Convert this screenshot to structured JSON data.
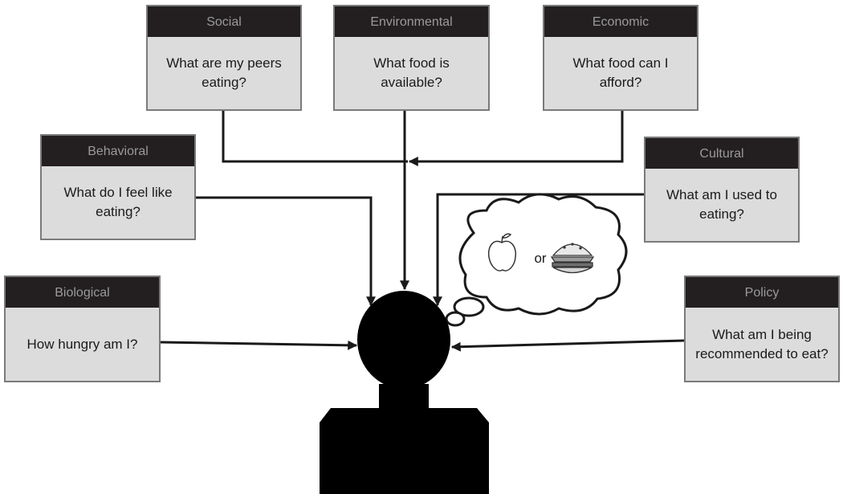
{
  "factors": [
    {
      "id": "social",
      "category": "Social",
      "question": "What are my peers eating?"
    },
    {
      "id": "environmental",
      "category": "Environmental",
      "question": "What food is available?"
    },
    {
      "id": "economic",
      "category": "Economic",
      "question": "What food can I afford?"
    },
    {
      "id": "behavioral",
      "category": "Behavioral",
      "question": "What do I feel like eating?"
    },
    {
      "id": "cultural",
      "category": "Cultural",
      "question": "What am I used to eating?"
    },
    {
      "id": "biological",
      "category": "Biological",
      "question": "How hungry am I?"
    },
    {
      "id": "policy",
      "category": "Policy",
      "question": "What am I being recommended to eat?"
    }
  ],
  "thought": {
    "choice_word": "or",
    "options_icons": [
      "apple-icon",
      "burger-icon"
    ]
  },
  "colors": {
    "header_bg": "#231f20",
    "header_text": "#9a9a9a",
    "box_bg": "#dcdcdc",
    "box_border": "#7a7a7a",
    "person": "#000000",
    "arrow": "#1a1a1a"
  }
}
